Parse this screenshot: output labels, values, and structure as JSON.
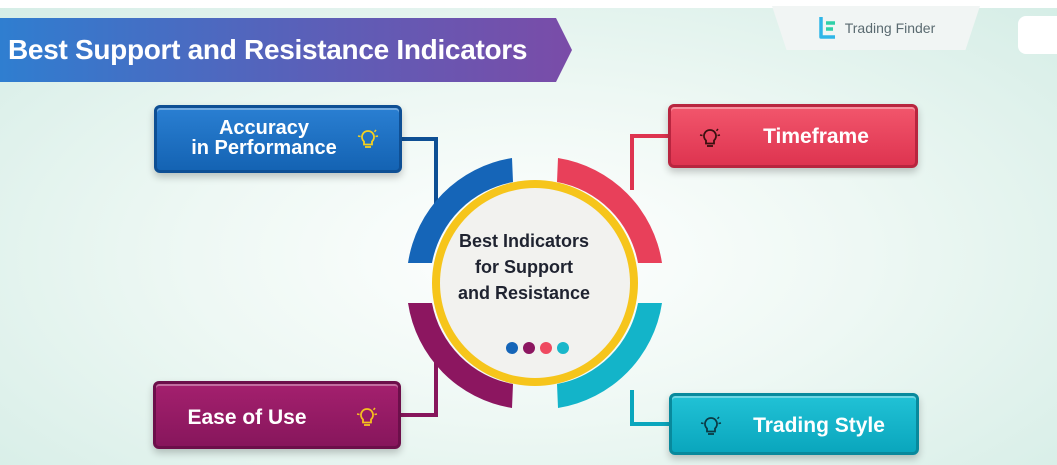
{
  "title": "Best Support and Resistance Indicators",
  "brand": {
    "name": "Trading Finder",
    "icon": "trading-finder-logo-icon"
  },
  "center": {
    "lines": [
      "Best Indicators",
      "for Support",
      "and Resistance"
    ],
    "dot_colors": [
      "#1565b8",
      "#8c1660",
      "#ef4a60",
      "#19b7ca"
    ]
  },
  "cards": {
    "accuracy": {
      "line1": "Accuracy",
      "line2": "in Performance",
      "color": "#1e6fc4",
      "icon": "lightbulb-icon"
    },
    "timeframe": {
      "label": "Timeframe",
      "color": "#ea4560",
      "icon": "lightbulb-icon"
    },
    "ease": {
      "label": "Ease of Use",
      "color": "#961b66",
      "icon": "lightbulb-icon"
    },
    "style": {
      "label": "Trading Style",
      "color": "#13b4c9",
      "icon": "lightbulb-icon"
    }
  },
  "colors": {
    "ring": "#f6c51b",
    "center_fill": "#f2f2ef"
  }
}
